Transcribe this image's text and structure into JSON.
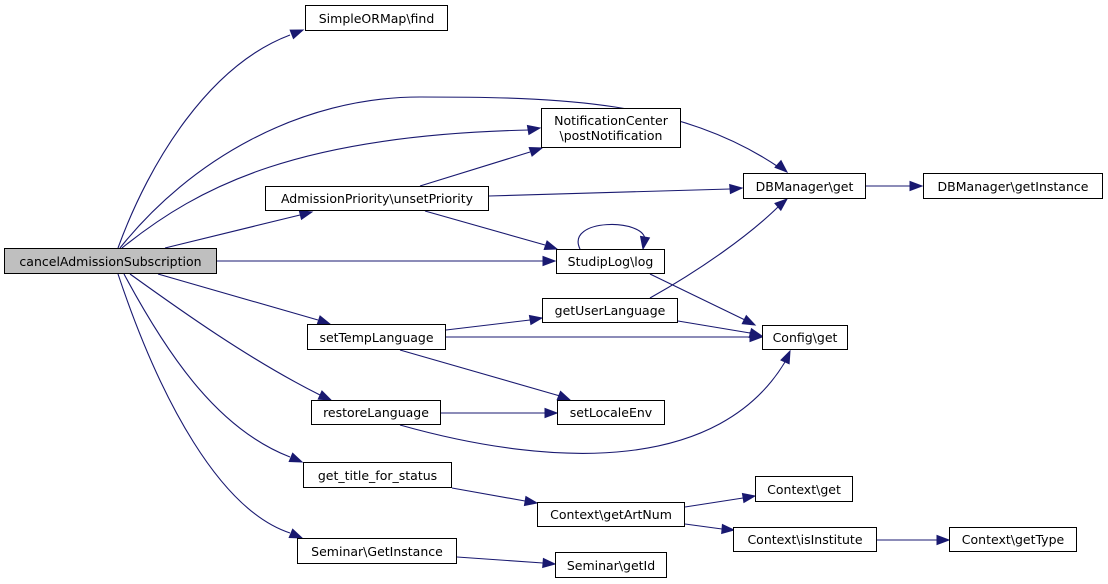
{
  "diagram": {
    "type": "call-graph",
    "root": "cancelAdmissionSubscription",
    "colors": {
      "edge": "#191970",
      "root_fill": "#bfbfbf",
      "node_fill": "#ffffff",
      "border": "#000000"
    },
    "nodes": [
      {
        "id": "cancel",
        "label": "cancelAdmissionSubscription",
        "root": true
      },
      {
        "id": "find",
        "label": "SimpleORMap\\find"
      },
      {
        "id": "notif",
        "label": "NotificationCenter\n\\postNotification"
      },
      {
        "id": "unset",
        "label": "AdmissionPriority\\unsetPriority"
      },
      {
        "id": "dbget",
        "label": "DBManager\\get"
      },
      {
        "id": "dbinst",
        "label": "DBManager\\getInstance"
      },
      {
        "id": "log",
        "label": "StudipLog\\log"
      },
      {
        "id": "userlang",
        "label": "getUserLanguage"
      },
      {
        "id": "settemp",
        "label": "setTempLanguage"
      },
      {
        "id": "config",
        "label": "Config\\get"
      },
      {
        "id": "restore",
        "label": "restoreLanguage"
      },
      {
        "id": "locale",
        "label": "setLocaleEnv"
      },
      {
        "id": "title",
        "label": "get_title_for_status"
      },
      {
        "id": "ctxget",
        "label": "Context\\get"
      },
      {
        "id": "artnum",
        "label": "Context\\getArtNum"
      },
      {
        "id": "isinst",
        "label": "Context\\isInstitute"
      },
      {
        "id": "gettype",
        "label": "Context\\getType"
      },
      {
        "id": "seminst",
        "label": "Seminar\\GetInstance"
      },
      {
        "id": "semid",
        "label": "Seminar\\getId"
      }
    ],
    "edges": [
      {
        "from": "cancel",
        "to": "find"
      },
      {
        "from": "cancel",
        "to": "dbget"
      },
      {
        "from": "cancel",
        "to": "notif"
      },
      {
        "from": "cancel",
        "to": "unset"
      },
      {
        "from": "cancel",
        "to": "log"
      },
      {
        "from": "cancel",
        "to": "settemp"
      },
      {
        "from": "cancel",
        "to": "restore"
      },
      {
        "from": "cancel",
        "to": "title"
      },
      {
        "from": "cancel",
        "to": "seminst"
      },
      {
        "from": "unset",
        "to": "notif"
      },
      {
        "from": "unset",
        "to": "dbget"
      },
      {
        "from": "unset",
        "to": "log"
      },
      {
        "from": "dbget",
        "to": "dbinst"
      },
      {
        "from": "log",
        "to": "log"
      },
      {
        "from": "log",
        "to": "config"
      },
      {
        "from": "userlang",
        "to": "dbget"
      },
      {
        "from": "userlang",
        "to": "config"
      },
      {
        "from": "settemp",
        "to": "userlang"
      },
      {
        "from": "settemp",
        "to": "config"
      },
      {
        "from": "settemp",
        "to": "locale"
      },
      {
        "from": "restore",
        "to": "locale"
      },
      {
        "from": "restore",
        "to": "config"
      },
      {
        "from": "title",
        "to": "artnum"
      },
      {
        "from": "artnum",
        "to": "ctxget"
      },
      {
        "from": "artnum",
        "to": "isinst"
      },
      {
        "from": "isinst",
        "to": "gettype"
      },
      {
        "from": "seminst",
        "to": "semid"
      }
    ]
  }
}
